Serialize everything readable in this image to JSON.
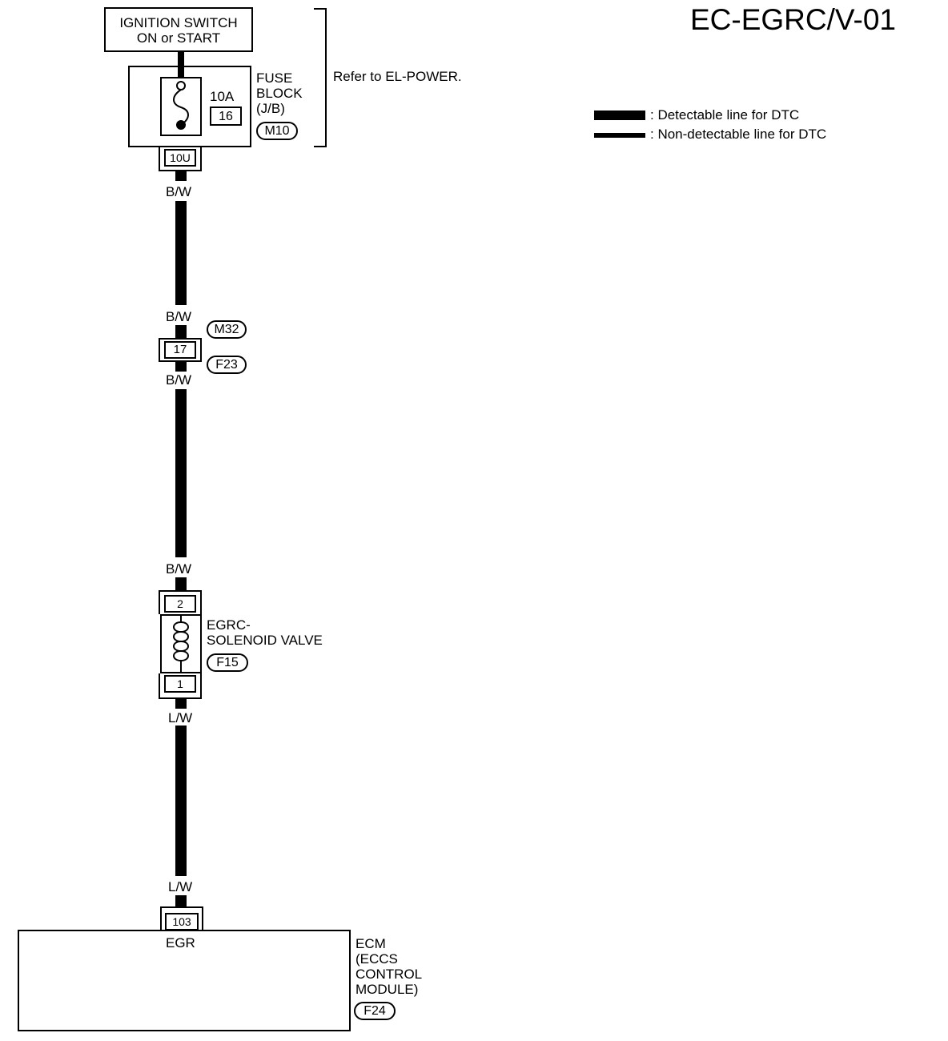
{
  "title": "EC-EGRC/V-01",
  "ignition_switch": {
    "line1": "IGNITION SWITCH",
    "line2": "ON or START"
  },
  "fuse_block": {
    "label_lines": [
      "FUSE",
      "BLOCK",
      "(J/B)"
    ],
    "amperage": "10A",
    "fuse_number": "16",
    "connector": "M10",
    "pin": "10U"
  },
  "refer_note": "Refer to EL-POWER.",
  "legend": {
    "detectable": ": Detectable line for DTC",
    "non_detectable": ": Non-detectable line for DTC"
  },
  "wires": {
    "w1_top": "B/W",
    "w1_bottom": "B/W",
    "w2_top": "B/W",
    "w2_bottom": "B/W",
    "w3_top": "L/W",
    "w3_bottom": "L/W"
  },
  "joint_connector": {
    "pin": "17",
    "connector_top": "M32",
    "connector_bottom": "F23"
  },
  "solenoid": {
    "label_line1": "EGRC-",
    "label_line2": "SOLENOID VALVE",
    "connector": "F15",
    "pin_top": "2",
    "pin_bottom": "1"
  },
  "ecm": {
    "pin": "103",
    "terminal": "EGR",
    "label_lines": [
      "ECM",
      "(ECCS",
      "CONTROL",
      "MODULE)"
    ],
    "connector": "F24"
  }
}
